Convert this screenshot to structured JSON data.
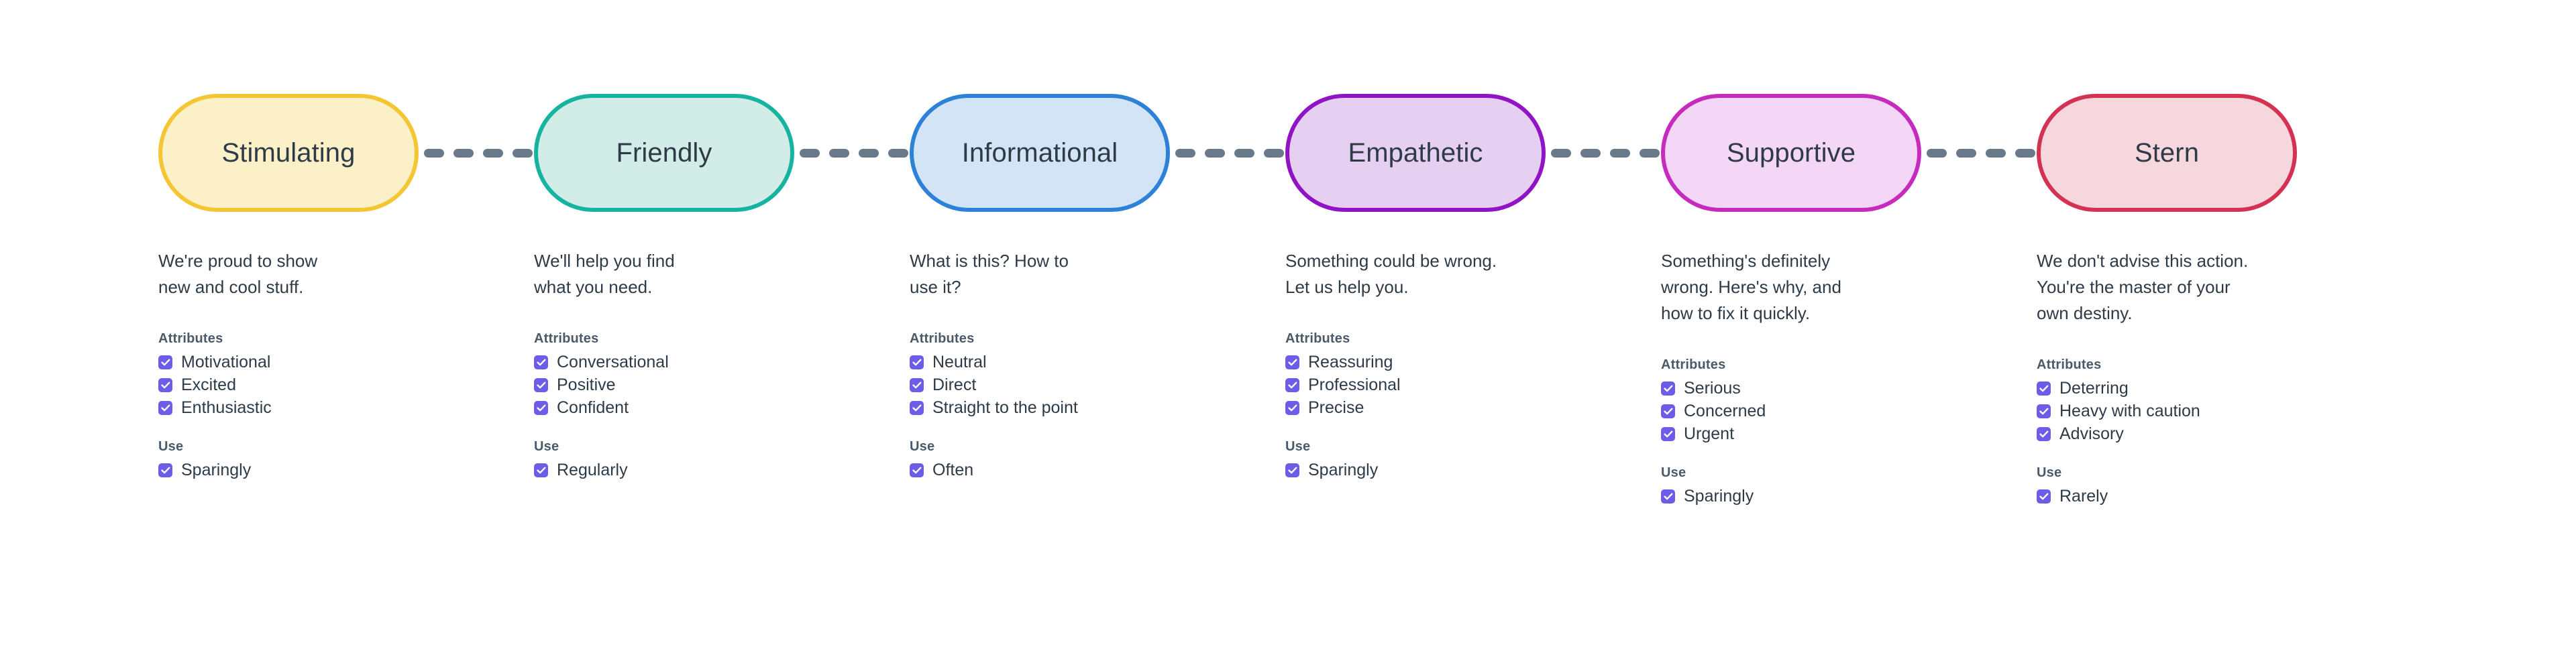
{
  "meta": {
    "section_attributes_label": "Attributes",
    "section_use_label": "Use",
    "connector_icon": "dashed-line-icon",
    "check_icon": "check-icon",
    "checkbox_color": "#6c5ce7",
    "connector_color": "#687a89",
    "text_color": "#2e3b47",
    "background": "#ffffff"
  },
  "tones": [
    {
      "name": "Stimulating",
      "fill": "#fcf0c8",
      "border": "#f5c633",
      "description": "We're proud to show\nnew and cool stuff.",
      "attributes": [
        "Motivational",
        "Excited",
        "Enthusiastic"
      ],
      "use": [
        "Sparingly"
      ]
    },
    {
      "name": "Friendly",
      "fill": "#d2ece7",
      "border": "#16b3a0",
      "description": "We'll help you find\nwhat you need.",
      "attributes": [
        "Conversational",
        "Positive",
        "Confident"
      ],
      "use": [
        "Regularly"
      ]
    },
    {
      "name": "Informational",
      "fill": "#d3e4f7",
      "border": "#2d82d8",
      "description": "What is this? How to\nuse it?",
      "attributes": [
        "Neutral",
        "Direct",
        "Straight to the point"
      ],
      "use": [
        "Often"
      ]
    },
    {
      "name": "Empathetic",
      "fill": "#e6d0f2",
      "border": "#9013c4",
      "description": "Something could be wrong.\nLet us help you.",
      "attributes": [
        "Reassuring",
        "Professional",
        "Precise"
      ],
      "use": [
        "Sparingly"
      ]
    },
    {
      "name": "Supportive",
      "fill": "#f4d7f7",
      "border": "#c52bbd",
      "description": "Something's definitely\nwrong. Here's why, and\nhow to fix it quickly.",
      "attributes": [
        "Serious",
        "Concerned",
        "Urgent"
      ],
      "use": [
        "Sparingly"
      ]
    },
    {
      "name": "Stern",
      "fill": "#f7d7de",
      "border": "#d33253",
      "description": "We don't advise this action.\nYou're the master of your\nown destiny.",
      "attributes": [
        "Deterring",
        "Heavy with caution",
        "Advisory"
      ],
      "use": [
        "Rarely"
      ]
    }
  ],
  "connectors": [
    {
      "dashes": 4
    },
    {
      "dashes": 4
    },
    {
      "dashes": 4
    },
    {
      "dashes": 4
    },
    {
      "dashes": 4
    }
  ]
}
